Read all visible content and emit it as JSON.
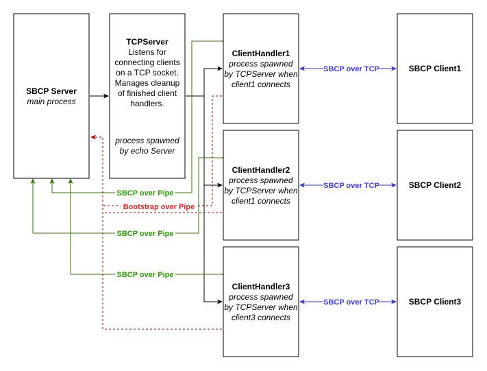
{
  "nodes": {
    "sbcp_server": {
      "title": "SBCP Server",
      "subtitle": "main process"
    },
    "tcp_server": {
      "title": "TCPServer",
      "desc": [
        "Listens for",
        "connecting clients",
        "on a TCP socket.",
        "Manages cleanup",
        "of finished client",
        "handlers."
      ],
      "note": [
        "process spawned",
        "by echo Server"
      ]
    },
    "handler1": {
      "title": "ClientHandler1",
      "note": [
        "process spawned",
        "by TCPServer when",
        "client1 connects"
      ]
    },
    "handler2": {
      "title": "ClientHandler2",
      "note": [
        "process spawned",
        "by TCPServer when",
        "client1 connects"
      ]
    },
    "handler3": {
      "title": "ClientHandler3",
      "note": [
        "process spawned",
        "by TCPServer when",
        "client3 connects"
      ]
    },
    "client1": {
      "title": "SBCP Client1"
    },
    "client2": {
      "title": "SBCP Client2"
    },
    "client3": {
      "title": "SBCP Client3"
    }
  },
  "edges": {
    "tcp1": "SBCP over TCP",
    "tcp2": "SBCP over TCP",
    "tcp3": "SBCP over TCP",
    "pipe1": "SBCP over Pipe",
    "pipe2": "SBCP over Pipe",
    "pipe3": "SBCP over Pipe",
    "bootstrap": "Bootstrap over Pipe"
  },
  "colors": {
    "green": "#2D7600",
    "blue": "#3333CC",
    "label_blue": "#3B3BEB",
    "red": "#B20000",
    "label_red": "#E02020",
    "label_green": "#2A9D00",
    "black": "#000000"
  }
}
